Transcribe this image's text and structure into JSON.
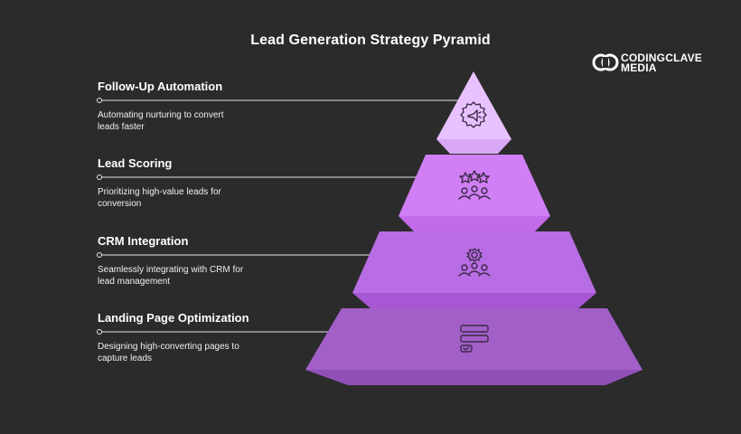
{
  "title": "Lead Generation Strategy Pyramid",
  "logo": {
    "line1": "CODINGCLAVE",
    "line2": "MEDIA"
  },
  "layers": [
    {
      "title": "Follow-Up Automation",
      "description_lines": [
        "Automating nurturing to convert",
        "leads faster"
      ],
      "icon": "megaphone-gear-icon",
      "color": "#e8c2ff"
    },
    {
      "title": "Lead Scoring",
      "description_lines": [
        "Prioritizing high-value leads for",
        "conversion"
      ],
      "icon": "stars-people-icon",
      "color": "#d07ff4"
    },
    {
      "title": "CRM Integration",
      "description_lines": [
        "Seamlessly integrating with CRM for",
        "lead management"
      ],
      "icon": "gear-people-icon",
      "color": "#b96de4"
    },
    {
      "title": "Landing Page Optimization",
      "description_lines": [
        "Designing high-converting pages to",
        "capture leads"
      ],
      "icon": "form-checklist-icon",
      "color": "#a25fc8"
    }
  ]
}
